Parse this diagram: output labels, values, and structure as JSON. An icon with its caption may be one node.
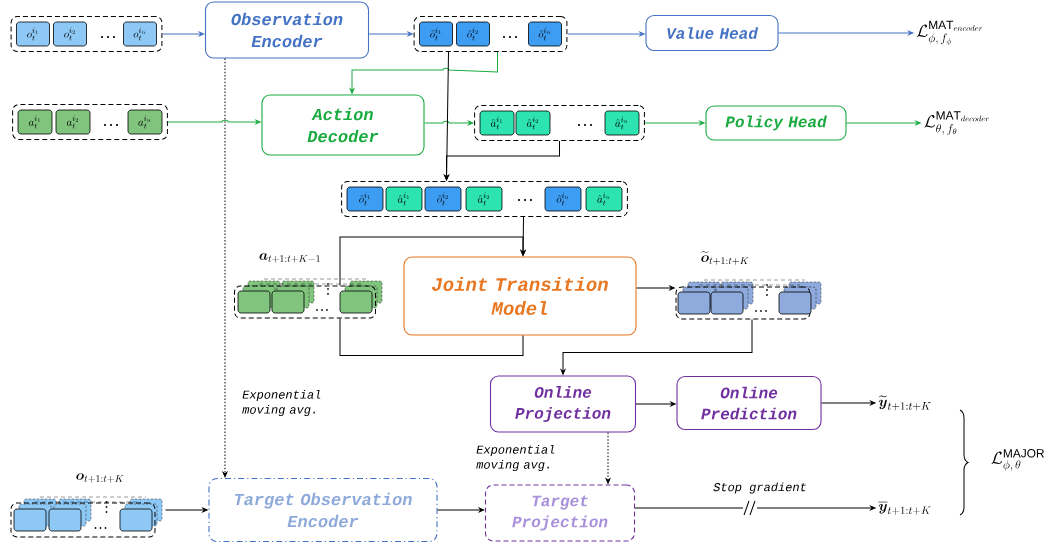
{
  "diagram": {
    "nodes": [
      {
        "text": [],
        "shape": "box"
      },
      {
        "text": [
          "o_t^{i_1}"
        ],
        "in": 0
      },
      {
        "text": [
          "o_t^{i_2}"
        ],
        "in": 0
      },
      {
        "text": [
          "o_t^{i_n}"
        ],
        "in": 0
      },
      {
        "text": [
          "Observation Encoder"
        ]
      },
      {
        "text": [],
        "shape": "box"
      },
      {
        "text": [
          "\\hat{o}_t^{i_1}"
        ],
        "in": 5
      },
      {
        "text": [
          "\\hat{o}_t^{i_2}"
        ],
        "in": 5
      },
      {
        "text": [
          "\\hat{o}_t^{i_n}"
        ],
        "in": 5
      },
      {
        "text": [
          "Value Head"
        ]
      },
      {
        "text": [
          "\\mathcal{L}_{\\phi,\\, f_{\\phi}}^{\\mathrm{MAT}_{encoder}}"
        ]
      },
      {
        "text": [],
        "shape": "box"
      },
      {
        "text": [
          "a_t^{i_1}"
        ],
        "in": 11
      },
      {
        "text": [
          "a_t^{i_2}"
        ],
        "in": 11
      },
      {
        "text": [
          "a_t^{i_n}"
        ],
        "in": 11
      },
      {
        "text": [
          "Action Decoder"
        ]
      },
      {
        "text": [],
        "shape": "box"
      },
      {
        "text": [
          "\\hat{a}_t^{i_1}"
        ],
        "in": 16
      },
      {
        "text": [
          "\\hat{a}_t^{i_2}"
        ],
        "in": 16
      },
      {
        "text": [
          "\\hat{a}_t^{i_n}"
        ],
        "in": 16
      },
      {
        "text": [
          "Policy Head"
        ]
      },
      {
        "text": [
          "\\mathcal{L}_{\\theta,\\, f_{\\theta}}^{\\mathrm{MAT}_{decoder}}"
        ]
      },
      {
        "text": [],
        "shape": "box"
      },
      {
        "text": [
          "\\hat{o}_t^{i_1}"
        ],
        "in": 22
      },
      {
        "text": [
          "\\hat{a}_t^{i_1}"
        ],
        "in": 22
      },
      {
        "text": [
          "\\hat{o}_t^{i_2}"
        ],
        "in": 22
      },
      {
        "text": [
          "\\hat{a}_t^{i_2}"
        ],
        "in": 22
      },
      {
        "text": [
          "\\hat{o}_t^{i_n}"
        ],
        "in": 22
      },
      {
        "text": [
          "\\hat{a}_t^{i_n}"
        ],
        "in": 22
      },
      {
        "text": [
          "\\boldsymbol{a}_{t+1:t+K-1}"
        ]
      },
      {
        "text": [
          "Joint Transition Model"
        ]
      },
      {
        "text": [
          "\\widetilde{\\boldsymbol{o}}_{t+1:t+K}"
        ]
      },
      {
        "text": [
          "Online Projection"
        ]
      },
      {
        "text": [
          "Online Prediction"
        ]
      },
      {
        "text": [
          "\\widetilde{\\boldsymbol{y}}_{t+1:t+K}"
        ]
      },
      {
        "text": [
          "\\boldsymbol{o}_{t+1:t+K}"
        ]
      },
      {
        "text": [
          "Target Observation Encoder"
        ]
      },
      {
        "text": [
          "Target Projection"
        ]
      },
      {
        "text": [
          "\\overline{\\boldsymbol{y}}_{t+1:t+K}"
        ]
      },
      {
        "text": [
          "\\mathcal{L}_{\\phi,\\,\\theta}^{\\mathrm{MAJOR}}"
        ]
      }
    ],
    "edges": [
      {
        "from": 0,
        "to": 4,
        "arrow": "to",
        "color": "#4472c4"
      },
      {
        "from": 4,
        "to": 5,
        "arrow": "to",
        "color": "#4472c4"
      },
      {
        "from": 5,
        "to": 9,
        "arrow": "to",
        "color": "#4472c4"
      },
      {
        "from": 9,
        "to": 10,
        "arrow": "to",
        "color": "#4472c4"
      },
      {
        "from": 5,
        "to": 15,
        "arrow": "to",
        "color": "#1aab40"
      },
      {
        "from": 11,
        "to": 15,
        "arrow": "to",
        "color": "#1aab40"
      },
      {
        "from": 15,
        "to": 16,
        "arrow": "to",
        "color": "#1aab40"
      },
      {
        "from": 16,
        "to": 20,
        "arrow": "to",
        "color": "#1aab40"
      },
      {
        "from": 20,
        "to": 21,
        "arrow": "to",
        "color": "#1aab40"
      },
      {
        "from": 5,
        "to": 22,
        "arrow": "to"
      },
      {
        "from": 16,
        "to": 22,
        "arrow": "to"
      },
      {
        "from": 22,
        "to": 30,
        "arrow": "to"
      },
      {
        "from": 30,
        "to": 29,
        "arrow": "none"
      },
      {
        "from": 29,
        "to": 30,
        "arrow": "to"
      },
      {
        "from": 30,
        "to": 31,
        "arrow": "to"
      },
      {
        "from": 31,
        "to": 32,
        "arrow": "to"
      },
      {
        "from": 32,
        "to": 33,
        "arrow": "to"
      },
      {
        "from": 33,
        "to": 34,
        "arrow": "to"
      },
      {
        "from": 35,
        "to": 36,
        "arrow": "to"
      },
      {
        "from": 36,
        "to": 37,
        "arrow": "to"
      },
      {
        "from": 37,
        "to": 38,
        "arrow": "to",
        "label": "Stop gradient"
      },
      {
        "from": 4,
        "to": 36,
        "arrow": "to",
        "style": "dashed",
        "label": "Exponential moving avg."
      },
      {
        "from": 32,
        "to": 37,
        "arrow": "to",
        "style": "dashed",
        "label": "Exponential moving avg."
      }
    ]
  }
}
